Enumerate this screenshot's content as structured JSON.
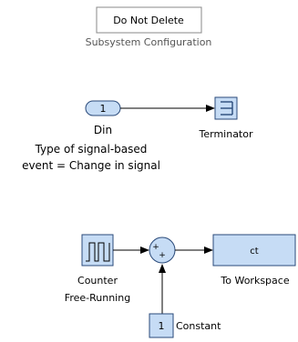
{
  "config_block": {
    "button_label": "Do Not Delete",
    "caption": "Subsystem Configuration"
  },
  "inport": {
    "port_number": "1",
    "name": "Din",
    "description_line1": "Type of signal-based",
    "description_line2": "event = Change in signal"
  },
  "terminator": {
    "name": "Terminator"
  },
  "counter": {
    "name_line1": "Counter",
    "name_line2": "Free-Running"
  },
  "sum": {
    "sign_top": "+",
    "sign_bottom": "+"
  },
  "to_workspace": {
    "variable": "ct",
    "name": "To Workspace"
  },
  "constant": {
    "value": "1",
    "name": "Constant"
  },
  "colors": {
    "block_fill": "#c6dcf5",
    "block_border": "#2a4a7a",
    "line": "#000000",
    "caption_gray": "#555555"
  }
}
